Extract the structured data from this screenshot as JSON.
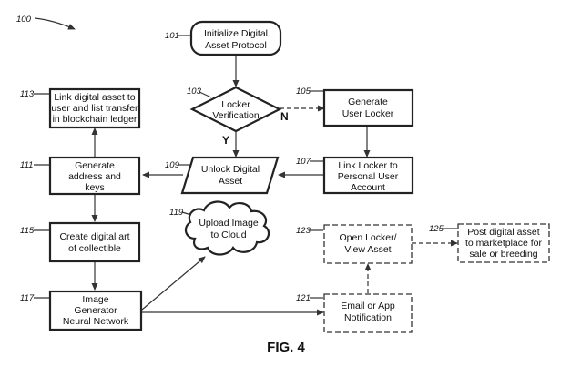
{
  "figure": {
    "number": "100",
    "caption": "FIG. 4"
  },
  "nodes": {
    "n101": {
      "ref": "101",
      "lines": [
        "Initialize Digital",
        "Asset Protocol"
      ]
    },
    "n103": {
      "ref": "103",
      "lines": [
        "Locker",
        "Verification"
      ]
    },
    "n105": {
      "ref": "105",
      "lines": [
        "Generate",
        "User Locker"
      ]
    },
    "n107": {
      "ref": "107",
      "lines": [
        "Link Locker to",
        "Personal User",
        "Account"
      ]
    },
    "n109": {
      "ref": "109",
      "lines": [
        "Unlock Digital",
        "Asset"
      ]
    },
    "n111": {
      "ref": "111",
      "lines": [
        "Generate",
        "address and",
        "keys"
      ]
    },
    "n113": {
      "ref": "113",
      "lines": [
        "Link digital asset to",
        "user and list transfer",
        "in blockchain ledger"
      ]
    },
    "n115": {
      "ref": "115",
      "lines": [
        "Create digital art",
        "of collectible"
      ]
    },
    "n117": {
      "ref": "117",
      "lines": [
        "Image",
        "Generator",
        "Neural Network"
      ]
    },
    "n119": {
      "ref": "119",
      "lines": [
        "Upload Image",
        "to Cloud"
      ]
    },
    "n121": {
      "ref": "121",
      "lines": [
        "Email or App",
        "Notification"
      ]
    },
    "n123": {
      "ref": "123",
      "lines": [
        "Open Locker/",
        "View Asset"
      ]
    },
    "n125": {
      "ref": "125",
      "lines": [
        "Post digital asset",
        "to marketplace for",
        "sale or breeding"
      ]
    }
  },
  "edge_labels": {
    "no": "N",
    "yes": "Y"
  }
}
